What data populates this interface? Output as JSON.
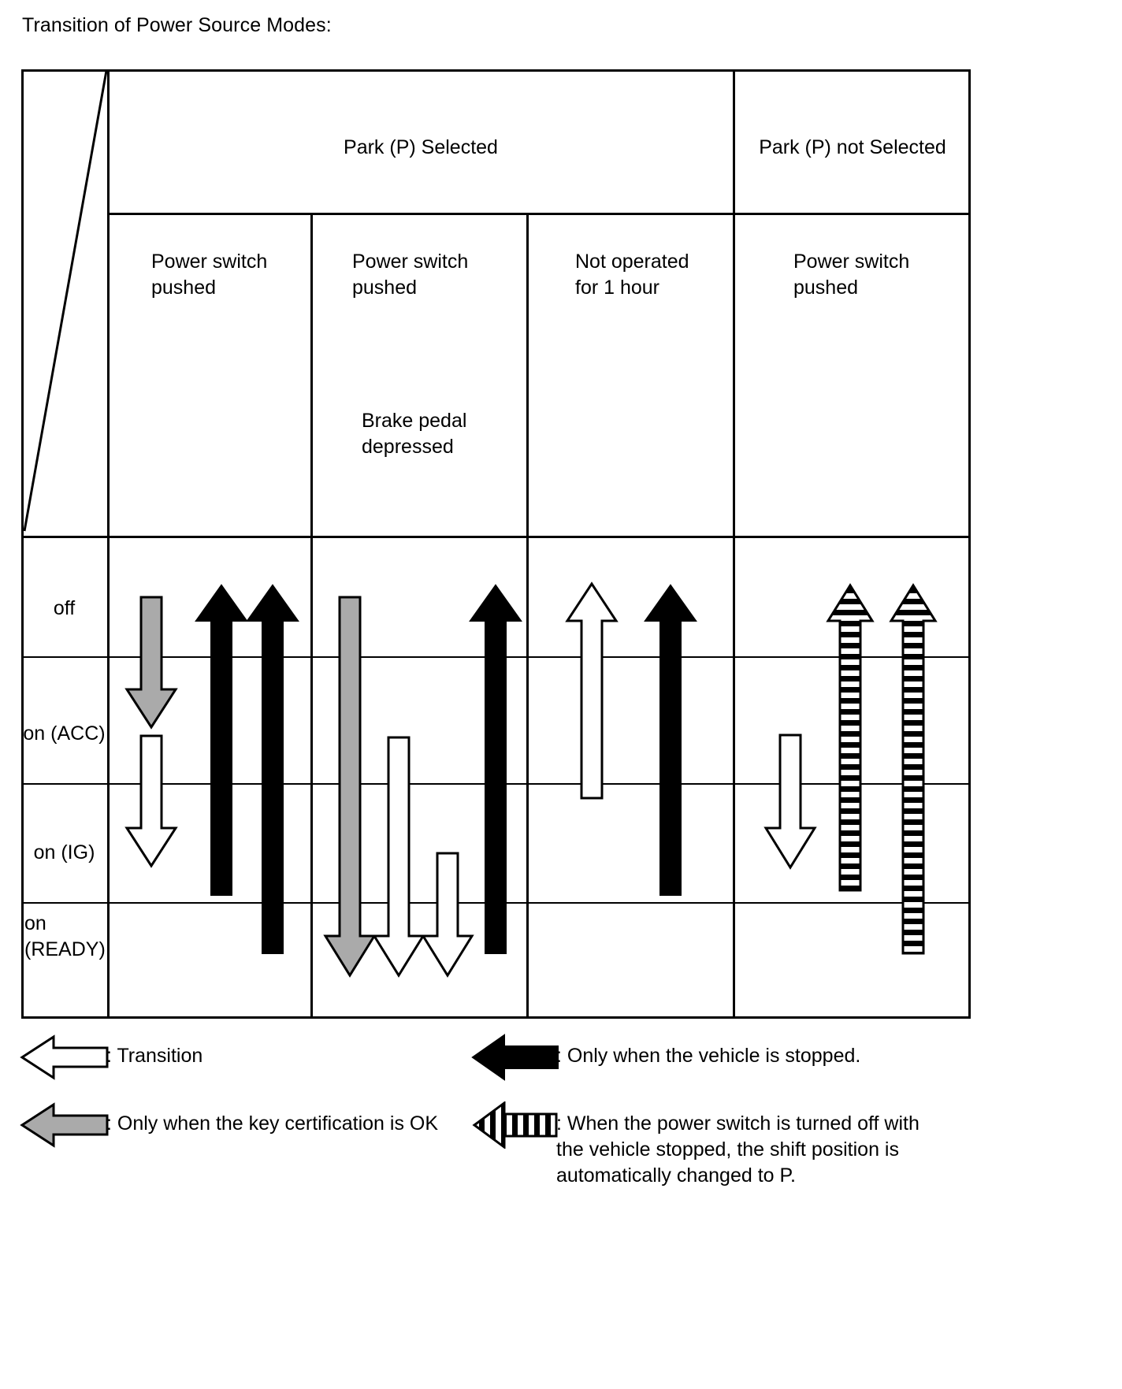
{
  "title": "Transition of Power Source Modes:",
  "table": {
    "header_groups": [
      {
        "label": "Park (P) Selected",
        "span": 3
      },
      {
        "label": "Park (P) not Selected",
        "span": 1
      }
    ],
    "conditions": [
      {
        "primary": "Power switch\npushed",
        "secondary": ""
      },
      {
        "primary": "Power switch\npushed",
        "secondary": "Brake pedal\ndepressed"
      },
      {
        "primary": "Not operated\nfor 1 hour",
        "secondary": ""
      },
      {
        "primary": "Power switch\npushed",
        "secondary": ""
      }
    ],
    "mode_rows": [
      {
        "label": "off"
      },
      {
        "label": "on (ACC)"
      },
      {
        "label": "on (IG)"
      },
      {
        "label": "on\n(READY)"
      }
    ]
  },
  "legend": {
    "items": [
      {
        "style": "outline",
        "label": ": Transition"
      },
      {
        "style": "solid",
        "label": ": Only when the vehicle is stopped."
      },
      {
        "style": "gray",
        "label": ": Only when the key certification is OK"
      },
      {
        "style": "hatched",
        "label": ": When the power switch is turned off with\n  the vehicle stopped, the shift position is\n  automatically changed to P."
      }
    ]
  },
  "colors": {
    "line": "#000000",
    "gray_fill": "#aaaaaa",
    "solid_fill": "#000000",
    "outline_fill": "#ffffff",
    "background": "#ffffff"
  },
  "chart_data": {
    "type": "diagram",
    "title": "Transition of Power Source Modes:",
    "states": [
      "off",
      "on (ACC)",
      "on (IG)",
      "on (READY)"
    ],
    "columns": [
      {
        "group": "Park (P) Selected",
        "condition": "Power switch pushed",
        "transitions": [
          {
            "from": "off",
            "to": "on (ACC)",
            "style": "gray",
            "meaning": "Only when the key certification is OK"
          },
          {
            "from": "on (ACC)",
            "to": "on (IG)",
            "style": "outline",
            "meaning": "Transition"
          },
          {
            "from": "on (IG)",
            "to": "off",
            "style": "solid",
            "meaning": "Only when the vehicle is stopped."
          },
          {
            "from": "on (READY)",
            "to": "off",
            "style": "solid",
            "meaning": "Only when the vehicle is stopped."
          }
        ]
      },
      {
        "group": "Park (P) Selected",
        "condition": "Power switch pushed + Brake pedal depressed",
        "transitions": [
          {
            "from": "off",
            "to": "on (READY)",
            "style": "gray",
            "meaning": "Only when the key certification is OK"
          },
          {
            "from": "on (ACC)",
            "to": "on (READY)",
            "style": "outline",
            "meaning": "Transition"
          },
          {
            "from": "on (IG)",
            "to": "on (READY)",
            "style": "outline",
            "meaning": "Transition"
          },
          {
            "from": "on (READY)",
            "to": "off",
            "style": "solid",
            "meaning": "Only when the vehicle is stopped."
          }
        ]
      },
      {
        "group": "Park (P) Selected",
        "condition": "Not operated for 1 hour",
        "transitions": [
          {
            "from": "on (ACC)",
            "to": "off",
            "style": "outline",
            "meaning": "Transition"
          },
          {
            "from": "on (IG)",
            "to": "off",
            "style": "solid",
            "meaning": "Only when the vehicle is stopped."
          }
        ]
      },
      {
        "group": "Park (P) not Selected",
        "condition": "Power switch pushed",
        "transitions": [
          {
            "from": "on (ACC)",
            "to": "on (IG)",
            "style": "outline",
            "meaning": "Transition"
          },
          {
            "from": "on (IG)",
            "to": "off",
            "style": "hatched",
            "meaning": "When the power switch is turned off with the vehicle stopped, the shift position is automatically changed to P."
          },
          {
            "from": "on (READY)",
            "to": "off",
            "style": "hatched",
            "meaning": "When the power switch is turned off with the vehicle stopped, the shift position is automatically changed to P."
          }
        ]
      }
    ]
  }
}
